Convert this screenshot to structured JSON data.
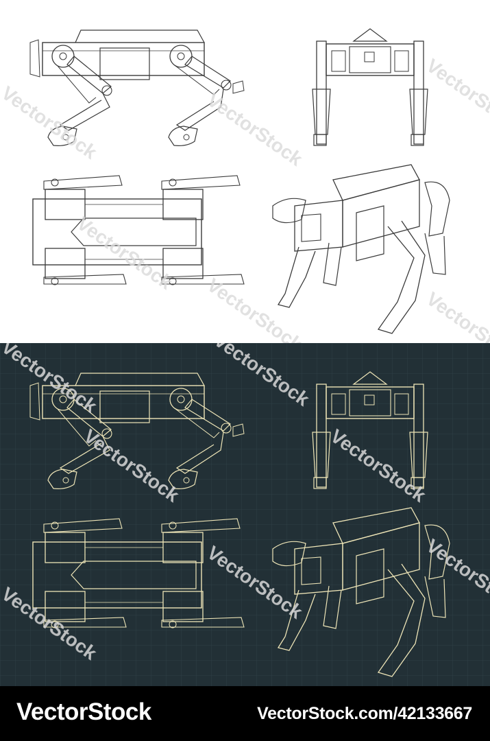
{
  "watermark": {
    "text": "VectorStock"
  },
  "footer": {
    "brand": "VectorStock",
    "image_id": "VectorStock.com/42133667"
  },
  "colors": {
    "light_bg": "#ffffff",
    "light_line": "#3a3a3a",
    "dark_bg": "#223036",
    "dark_line": "#efe6b8",
    "dark_grid": "#2f3f46",
    "footer_bg": "#000000"
  }
}
